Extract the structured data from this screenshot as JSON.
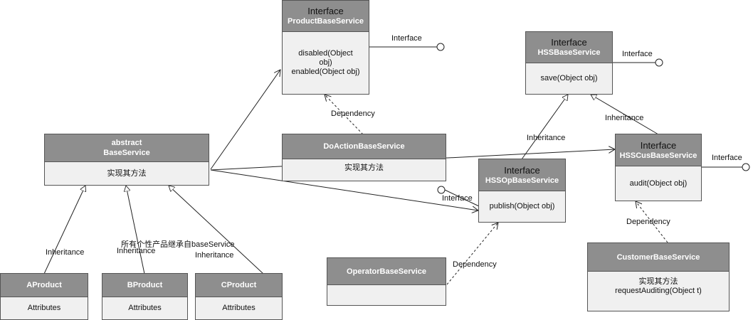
{
  "relation_labels": {
    "interface": "Interface",
    "dependency": "Dependency",
    "inheritance": "Inheritance"
  },
  "classes": {
    "product_base_service": {
      "stereotype": "Interface",
      "name": "ProductBaseService",
      "methods": [
        "disabled(Object",
        "obj)",
        "enabled(Object obj)"
      ]
    },
    "hss_base_service": {
      "stereotype": "Interface",
      "name": "HSSBaseService",
      "methods": [
        "save(Object obj)"
      ]
    },
    "base_service": {
      "stereotype": "abstract",
      "name": "BaseService",
      "methods": [
        "实现其方法"
      ]
    },
    "do_action_base_service": {
      "name": "DoActionBaseService",
      "methods": [
        "实现其方法"
      ]
    },
    "hss_op_base_service": {
      "stereotype": "Interface",
      "name": "HSSOpBaseService",
      "methods": [
        "publish(Object obj)"
      ]
    },
    "hss_cus_base_service": {
      "stereotype": "Interface",
      "name": "HSSCusBaseService",
      "methods": [
        "audit(Object obj)"
      ]
    },
    "a_product": {
      "name": "AProduct",
      "attributes": "Attributes"
    },
    "b_product": {
      "name": "BProduct",
      "attributes": "Attributes"
    },
    "c_product": {
      "name": "CProduct",
      "attributes": "Attributes"
    },
    "operator_base_service": {
      "name": "OperatorBaseService"
    },
    "customer_base_service": {
      "name": "CustomerBaseService",
      "methods": [
        "实现其方法",
        "requestAuditing(Object t)"
      ]
    }
  },
  "notes": {
    "b_product_note": "所有个性产品继承自baseService"
  }
}
